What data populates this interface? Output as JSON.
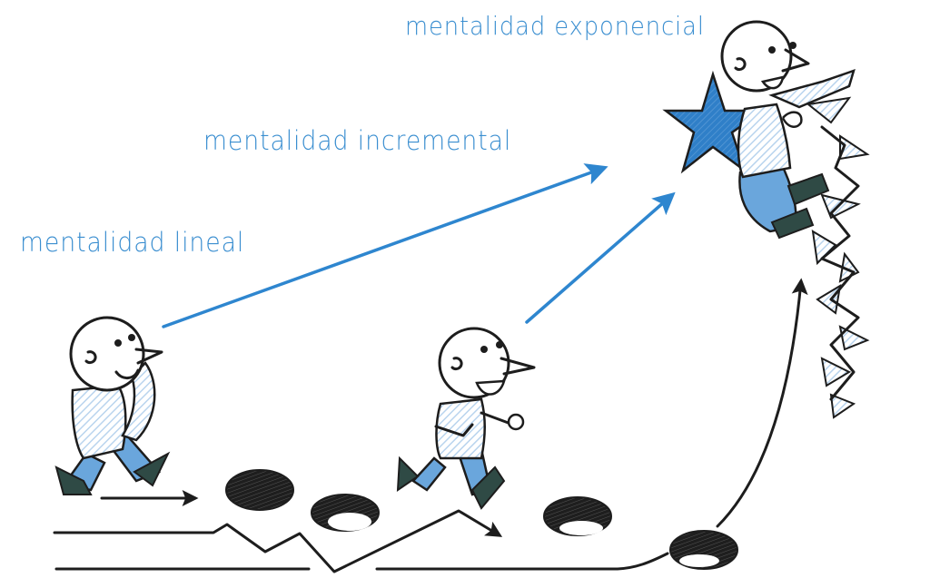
{
  "labels": {
    "exponential": "mentalidad exponencial",
    "incremental": "mentalidad incremental",
    "linear": "mentalidad lineal"
  },
  "colors": {
    "label_blue": "#3a8ed0",
    "arrow_blue": "#2e86cf",
    "star_blue": "#2f7fc8",
    "pants_blue": "#6aa6dc",
    "shirt_hatch": "#cfe1f2",
    "shoe_dark": "#2f4a45",
    "ink": "#1d1d1d"
  },
  "figures": [
    {
      "id": "linear-figure",
      "pose": "walking, hands clasped"
    },
    {
      "id": "incremental-figure",
      "pose": "running"
    },
    {
      "id": "exponential-figure",
      "pose": "leaping with star"
    }
  ]
}
